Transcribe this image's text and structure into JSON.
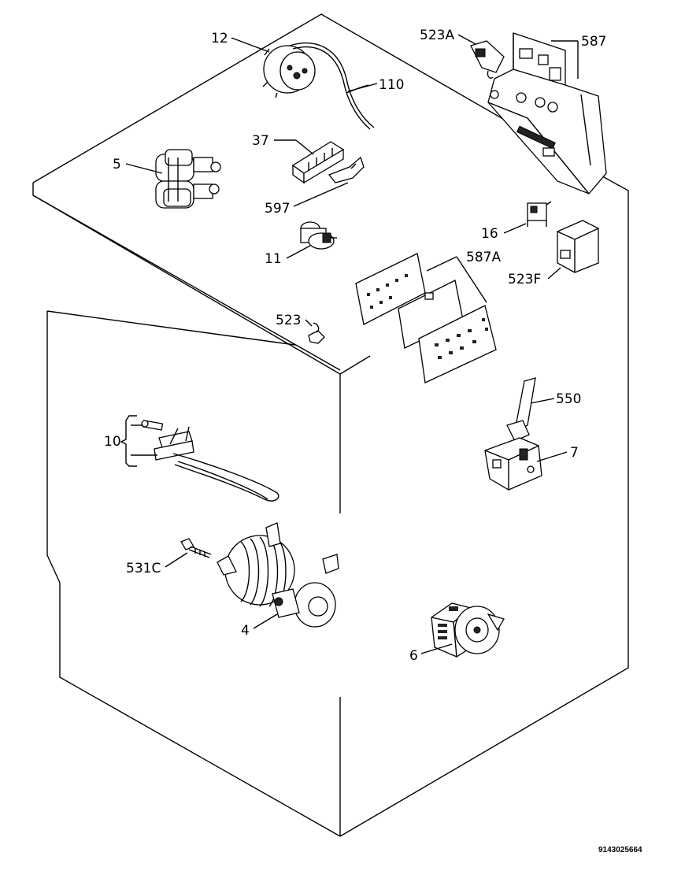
{
  "labels": {
    "p12": "12",
    "p110": "110",
    "p523a": "523A",
    "p587": "587",
    "p37": "37",
    "p5": "5",
    "p597": "597",
    "p16": "16",
    "p11": "11",
    "p587a": "587A",
    "p523f": "523F",
    "p523": "523",
    "p550": "550",
    "p10": "10",
    "p7": "7",
    "p531c": "531C",
    "p4": "4",
    "p6": "6"
  },
  "reference_number": "9143025664"
}
